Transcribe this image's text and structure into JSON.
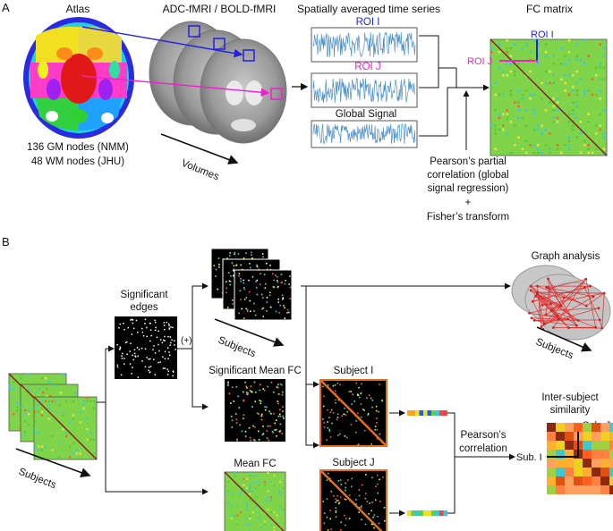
{
  "panel_a": {
    "letter": "A",
    "atlas_title": "Atlas",
    "atlas_gm": "136 GM nodes (NMM)",
    "atlas_wm": "48 WM nodes (JHU)",
    "fmri_title": "ADC-fMRI / BOLD-fMRI",
    "volumes_label": "Volumes",
    "ts_title": "Spatially averaged time series",
    "roi_i": "ROI I",
    "roi_j": "ROI J",
    "global_signal": "Global Signal",
    "fc_title": "FC matrix",
    "fc_roi_i": "ROI I",
    "fc_roi_j": "ROI J",
    "pearson_1": "Pearson’s partial",
    "pearson_2": "correlation (global",
    "pearson_3": "signal regression)",
    "plus": "+",
    "fisher": "Fisher’s transform"
  },
  "panel_b": {
    "letter": "B",
    "subjects_left": "Subjects",
    "sig_edges_1": "Significant",
    "sig_edges_2": "edges",
    "plus_mark": "(+)",
    "subjects_mid": "Subjects",
    "sig_mean_fc": "Significant Mean FC",
    "mean_fc": "Mean FC",
    "subject_i": "Subject I",
    "subject_j": "Subject J",
    "graph_analysis": "Graph analysis",
    "subjects_right": "Subjects",
    "pearson_1": "Pearson’s",
    "pearson_2": "correlation",
    "inter_1": "Inter-subject",
    "inter_2": "similarity",
    "sub_j": "Sub. J",
    "sub_i": "Sub. I"
  },
  "colors": {
    "roi_i": "#2222dd",
    "roi_j": "#ee22cc",
    "fc_green": "#7fd44a",
    "diag": "#8b1a1a",
    "orange_frame": "#e07020",
    "edge_red": "#e03030"
  }
}
